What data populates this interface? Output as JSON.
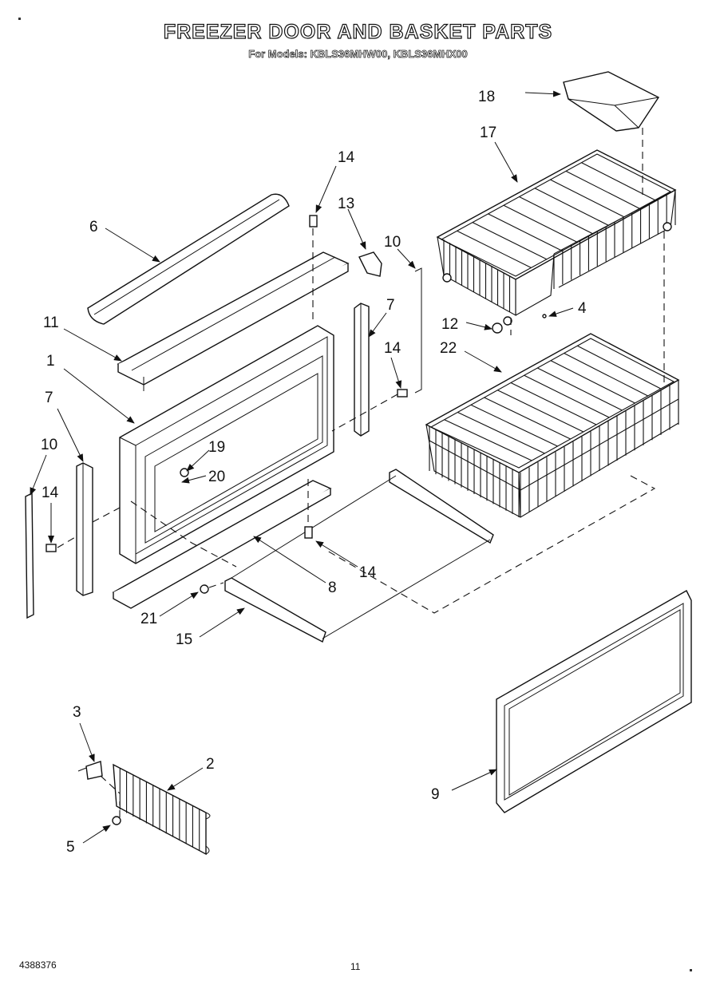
{
  "header": {
    "title": "FREEZER DOOR AND BASKET PARTS",
    "subtitle": "For Models: KBLS36MHW00, KBLS36MHX00"
  },
  "footer": {
    "document_number": "4388376",
    "page_number": "11"
  },
  "callouts": [
    {
      "id": "18",
      "label": "18"
    },
    {
      "id": "17",
      "label": "17"
    },
    {
      "id": "14-top",
      "label": "14"
    },
    {
      "id": "13",
      "label": "13"
    },
    {
      "id": "6",
      "label": "6"
    },
    {
      "id": "10-upper",
      "label": "10"
    },
    {
      "id": "7-right",
      "label": "7"
    },
    {
      "id": "11",
      "label": "11"
    },
    {
      "id": "14-mid",
      "label": "14"
    },
    {
      "id": "12",
      "label": "12"
    },
    {
      "id": "4",
      "label": "4"
    },
    {
      "id": "22",
      "label": "22"
    },
    {
      "id": "1",
      "label": "1"
    },
    {
      "id": "7-left",
      "label": "7"
    },
    {
      "id": "19",
      "label": "19"
    },
    {
      "id": "20",
      "label": "20"
    },
    {
      "id": "10-left",
      "label": "10"
    },
    {
      "id": "14-left",
      "label": "14"
    },
    {
      "id": "14-bottom",
      "label": "14"
    },
    {
      "id": "8",
      "label": "8"
    },
    {
      "id": "21",
      "label": "21"
    },
    {
      "id": "15",
      "label": "15"
    },
    {
      "id": "3",
      "label": "3"
    },
    {
      "id": "2",
      "label": "2"
    },
    {
      "id": "9",
      "label": "9"
    },
    {
      "id": "5",
      "label": "5"
    }
  ]
}
